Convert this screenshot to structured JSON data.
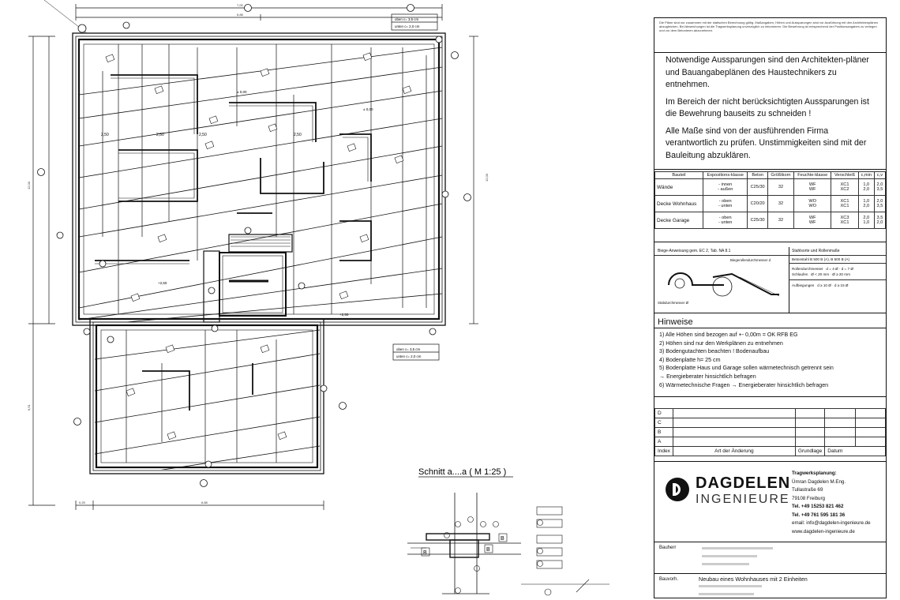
{
  "drawing": {
    "level_labels": [
      "± 0,00",
      "± 0,00",
      "+2,50",
      "+2,50"
    ],
    "room_labels": [
      "2,50",
      "2,50",
      "2,50",
      "2,50"
    ],
    "section_title": "Schnitt a....a ( M 1:25 )",
    "section_labels": [
      "B",
      "B",
      "B"
    ],
    "cover_labels": [
      "oben c= 3,5 cm",
      "unten c= 2,0 cm"
    ]
  },
  "titleblock": {
    "small_note": "Die Pläne sind nur zusammen mit der statischen Berechnung gültig. Maßangaben, Höhen und Aussparungen sind vor Ausführung mit den Architektenplänen abzugleichen. Bei Abweichungen ist die Tragwerksplanung unverzüglich zu informieren. Die Bewehrung ist entsprechend der Positionsangaben zu verlegen und vor dem Betonieren abzunehmen.",
    "notes": [
      "Notwendige Aussparungen sind den Architekten-pläner und Bauangabeplänen des Haustechnikers zu entnehmen.",
      "Im Bereich der nicht berücksichtigten Aussparungen ist die Bewehrung bauseits zu schneiden !",
      "Alle Maße sind von der ausführenden Firma verantwortlich zu prüfen. Unstimmigkeiten sind mit der Bauleitung abzuklären."
    ],
    "material_header": [
      "Bauteil",
      "Expositions-klasse",
      "Beton",
      "Größtkorn",
      "Feuchte-klasse",
      "Verschleiß",
      "c,min",
      "c,v"
    ],
    "material_rows": [
      {
        "part": "Wände",
        "sub": [
          "- innen",
          "- außen"
        ],
        "beton": "C25/30",
        "korn": "32",
        "exp": [
          "WF",
          "WF"
        ],
        "vs": [
          "XC1",
          "XC2"
        ],
        "cmin": [
          "1,0",
          "2,0"
        ],
        "cv": [
          "2,0",
          "3,5"
        ]
      },
      {
        "part": "Decke Wohnhaus",
        "sub": [
          "- oben",
          "- unten"
        ],
        "beton": "C20/20",
        "korn": "32",
        "exp": [
          "WO",
          "WO"
        ],
        "vs": [
          "XC1",
          "XC1"
        ],
        "cmin": [
          "1,0",
          "2,0"
        ],
        "cv": [
          "2,0",
          "3,5"
        ]
      },
      {
        "part": "Decke Garage",
        "sub": [
          "- oben",
          "- unten"
        ],
        "beton": "C25/30",
        "korn": "32",
        "exp": [
          "WF",
          "WF"
        ],
        "vs": [
          "XC3",
          "XC1"
        ],
        "cmin": [
          "2,0",
          "1,0"
        ],
        "cv": [
          "3,5",
          "2,0"
        ]
      }
    ],
    "biege_title": "Biege-Anweisung gem. EC 2, Tab. NA 8.1",
    "biege_right_title": "Stahlsorte und Rollenmaße",
    "biege_steel": "Betonstahl B 500 B (A), B 500 B (A)",
    "biege_rows": [
      {
        "label": "Rollendurchmesser",
        "vals": [
          "d = 4 Ø",
          "d = 7 Ø"
        ]
      },
      {
        "label": "Schlaufen",
        "vals": [
          "Ø < 20 mm",
          "Ø ≥ 20 mm"
        ]
      },
      {
        "label": "Aufbiegungen",
        "vals": [
          "d ≥ 10 Ø",
          "d ≥ 15 Ø"
        ]
      }
    ],
    "biege_caption": "Biegerollendurchmesser d",
    "biege_legend": "Stabdurchmesser Ø",
    "hinweise_title": "Hinweise",
    "hinweise": [
      "1) Alle Höhen sind bezogen auf +- 0,00m = OK RFB EG",
      "2) Höhen sind nur den Werkplänen zu entnehmen",
      "3) Bodengutachten beachten !       Bodenaufbau",
      "4) Bodenplatte h= 25 cm",
      "5) Bodenplatte Haus und Garage sollen wärmetechnisch getrennt sein",
      "   → Energieberater hinsichtlich befragen",
      "6) Wärmetechnische Fragen → Energieberater hinsichtlich befragen"
    ],
    "revision_rows": [
      "D",
      "C",
      "B",
      "A"
    ],
    "revision_footer": [
      "Index",
      "Art der Änderung",
      "Grundlage",
      "Datum"
    ],
    "logo_main": "DAGDELEN",
    "logo_sub": "INGENIEURE",
    "contact_title": "Tragwerksplanung:",
    "contact_lines": [
      "Ümran Dagdelen M.Eng.",
      "Tullastraße 69",
      "79108 Freiburg",
      "Tel. +49 15253 821 462",
      "Tel. +49 761 595 181 36",
      "email: info@dagdelen-ingenieure.de",
      "www.dagdelen-ingenieure.de"
    ],
    "bauherr_label": "Bauherr",
    "bauvorhaben_label": "Bauvorh.",
    "bauvorhaben_value": "Neubau eines Wohnhauses mit 2 Einheiten"
  }
}
